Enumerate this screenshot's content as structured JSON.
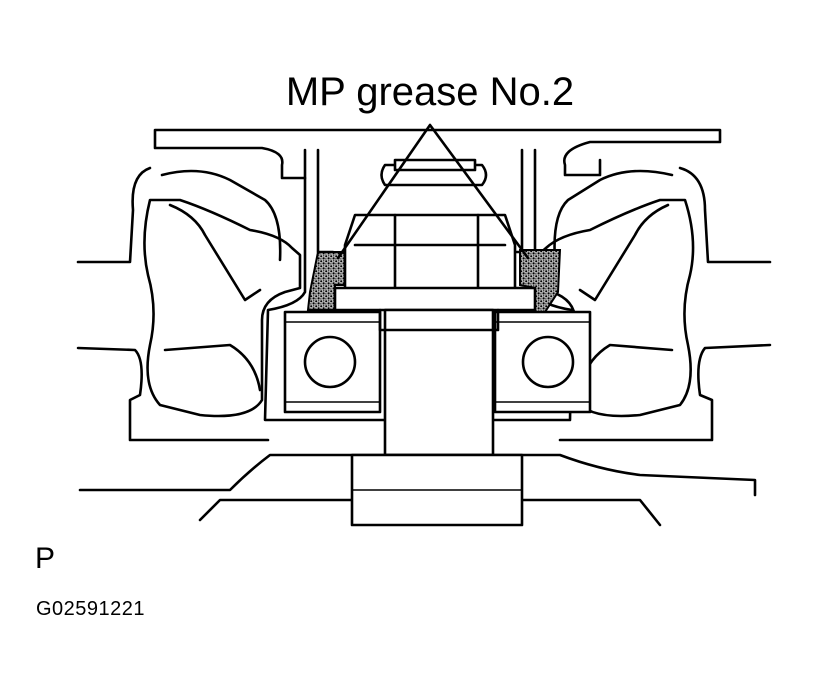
{
  "labels": {
    "callout": "MP grease No.2",
    "view_letter": "P",
    "figure_id": "G02591221"
  },
  "colors": {
    "ink": "#000000",
    "paper": "#ffffff",
    "grease_fill": "#3a3a3a"
  }
}
